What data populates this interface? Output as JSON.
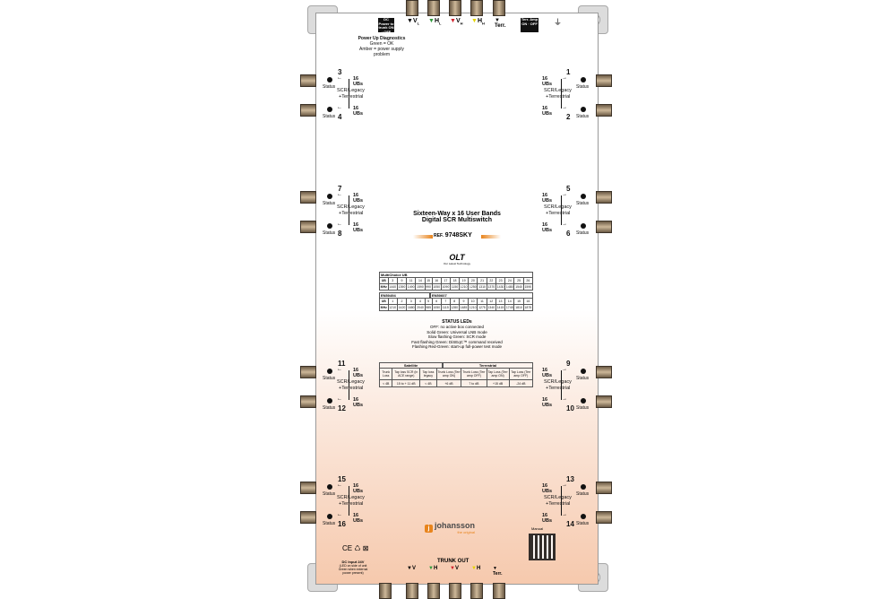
{
  "top_bar": {
    "power_insert": "DC Power to trunk ON · OFF",
    "inputs": [
      "V",
      "H",
      "V",
      "H",
      "Terr."
    ],
    "input_subs": [
      "L",
      "L",
      "H",
      "H",
      ""
    ],
    "terr_amp": "Terr. Amp ON · OFF",
    "ground": "⏚"
  },
  "diagnostics": {
    "title": "Power Up Diagnostics",
    "line1": "Green = OK",
    "line2": "Amber = power supply",
    "line3": "problem"
  },
  "outputs": [
    {
      "id": "left-1",
      "top": "3",
      "bottom": "4",
      "ub_top": "16 UBs",
      "ub_bottom": "16 UBs",
      "label1": "SCR/Legacy",
      "label2": "+Terrestrial",
      "status": "Status"
    },
    {
      "id": "left-2",
      "top": "7",
      "bottom": "8",
      "ub_top": "16 UBs",
      "ub_bottom": "16 UBs",
      "label1": "SCR/Legacy",
      "label2": "+Terrestrial",
      "status": "Status"
    },
    {
      "id": "left-3",
      "top": "11",
      "bottom": "12",
      "ub_top": "16 UBs",
      "ub_bottom": "16 UBs",
      "label1": "SCR/Legacy",
      "label2": "+Terrestrial",
      "status": "Status"
    },
    {
      "id": "left-4",
      "top": "15",
      "bottom": "16",
      "ub_top": "16 UBs",
      "ub_bottom": "16 UBs",
      "label1": "SCR/Legacy",
      "label2": "+Terrestrial",
      "status": "Status"
    },
    {
      "id": "right-1",
      "top": "1",
      "bottom": "2",
      "ub_top": "16 UBs",
      "ub_bottom": "16 UBs",
      "label1": "SCR/Legacy",
      "label2": "+Terrestrial",
      "status": "Status"
    },
    {
      "id": "right-2",
      "top": "5",
      "bottom": "6",
      "ub_top": "16 UBs",
      "ub_bottom": "16 UBs",
      "label1": "SCR/Legacy",
      "label2": "+Terrestrial",
      "status": "Status"
    },
    {
      "id": "right-3",
      "top": "9",
      "bottom": "10",
      "ub_top": "16 UBs",
      "ub_bottom": "16 UBs",
      "label1": "SCR/Legacy",
      "label2": "+Terrestrial",
      "status": "Status"
    },
    {
      "id": "right-4",
      "top": "13",
      "bottom": "14",
      "ub_top": "16 UBs",
      "ub_bottom": "16 UBs",
      "label1": "SCR/Legacy",
      "label2": "+Terrestrial",
      "status": "Status"
    }
  ],
  "product": {
    "title1": "Sixteen-Way x 16 User Bands",
    "title2": "Digital SCR Multiswitch",
    "ref_prefix": "REF.",
    "ref": "9748SKY",
    "brand": "OLT",
    "brand_sub": "Our Latest Technology"
  },
  "multichoice_table": {
    "title": "MultiChoice UB",
    "row_labels": [
      "UB",
      "MHz"
    ],
    "ub": [
      "3",
      "9",
      "11",
      "14",
      "15",
      "16",
      "17",
      "18",
      "19",
      "20",
      "21",
      "22",
      "23",
      "24",
      "25",
      "26"
    ],
    "mhz": [
      "1440",
      "1390",
      "1490",
      "1590",
      "990",
      "1050",
      "1090",
      "1150",
      "1210",
      "1250",
      "1310",
      "1370",
      "1430",
      "1480",
      "1540",
      "1590"
    ]
  },
  "en_table": {
    "title_a": "EN50494",
    "title_b": "EN50607",
    "row_labels": [
      "UB",
      "MHz"
    ],
    "ub": [
      "1",
      "2",
      "3",
      "4",
      "5",
      "6",
      "7",
      "8",
      "9",
      "10",
      "11",
      "12",
      "13",
      "14",
      "15",
      "16"
    ],
    "mhz": [
      "1210",
      "1420",
      "1680",
      "2040",
      "985",
      "1050",
      "1115",
      "1280",
      "1485",
      "1210",
      "1275",
      "1340",
      "1415",
      "1745",
      "1810",
      "1875"
    ]
  },
  "status_leds": {
    "title": "STATUS LEDs",
    "lines": [
      "OFF: no active box connected",
      "Solid Green: Universal LNB mode",
      "Slow flashing Green: SCR mode",
      "Fast flashing Green: DiSEqC™ command received",
      "Flashing Red-Green: start-up full-power test mode"
    ]
  },
  "gain_table": {
    "satellite": "Satellite",
    "terrestrial": "Terrestrial",
    "headers": [
      "Trunk Loss",
      "Tap loss SCR (in ACE range)",
      "Tap loss legacy",
      "Trunk Loss (Terr amp ON)",
      "Trunk Loss (Terr amp OFF)",
      "Tap Loss (Terr amp ON)",
      "Tap Loss (Terr amp OFF)"
    ],
    "values": [
      "< 4B",
      "15 to + 11 dB",
      "< 4B",
      "+6 dB",
      "7 to dB",
      "+15 dB",
      "-24 dB"
    ]
  },
  "footer": {
    "brand": "johansson",
    "tagline": "the original",
    "manual": "Manual",
    "trunk_out": "TRUNK OUT",
    "dc_input": "DC Input 24V",
    "dc_line1": "(LED on side of unit",
    "dc_line2": "Green when external",
    "dc_line3": "power present)",
    "cert": "CE  ♺  ⊠"
  },
  "colors": {
    "green": "#2e9a3a",
    "red": "#d0202a",
    "yellow": "#e3d400",
    "orange": "#e8841c",
    "peach": "#f6c9ad"
  }
}
